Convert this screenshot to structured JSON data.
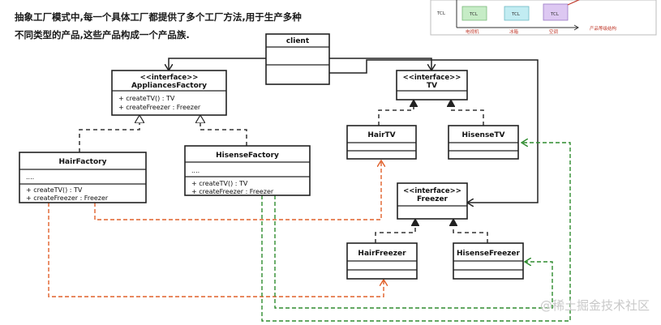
{
  "caption": {
    "line1": "抽象工厂模式中,每一个具体工厂都提供了多个工厂方法,用于生产多种",
    "line2": "不同类型的产品,这些产品构成一个产品族."
  },
  "classes": {
    "client": {
      "title": "client"
    },
    "appliances_factory": {
      "stereotype": "<<interface>>",
      "title": "AppliancesFactory",
      "methods": [
        "+ createTV() : TV",
        "+ createFreezer : Freezer"
      ]
    },
    "tv": {
      "stereotype": "<<interface>>",
      "title": "TV"
    },
    "hair_tv": {
      "title": "HairTV"
    },
    "hisense_tv": {
      "title": "HisenseTV"
    },
    "hair_factory": {
      "title": "HairFactory",
      "attributes": "....",
      "methods": [
        "+ createTV() : TV",
        "+ createFreezer : Freezer"
      ]
    },
    "hisense_factory": {
      "title": "HisenseFactory",
      "attributes": "....",
      "methods": [
        "+ createTV() : TV",
        "+ createFreezer : Freezer"
      ]
    },
    "freezer": {
      "stereotype": "<<interface>>",
      "title": "Freezer"
    },
    "hair_freezer": {
      "title": "HairFreezer"
    },
    "hisense_freezer": {
      "title": "HisenseFreezer"
    }
  },
  "inset": {
    "cells": [
      "TCL",
      "TCL",
      "TCL"
    ],
    "row_label": "TCL",
    "x_labels": [
      "电视机",
      "冰箱",
      "空调"
    ],
    "axis_label": "产品等级结构"
  },
  "colors": {
    "red": "#e0602a",
    "green": "#2e8b2e",
    "inset_cell_1": "#c6ecc6",
    "inset_cell_2": "#c2ecf2",
    "inset_cell_3": "#ddc8f2"
  },
  "watermark": "@稀土掘金技术社区"
}
